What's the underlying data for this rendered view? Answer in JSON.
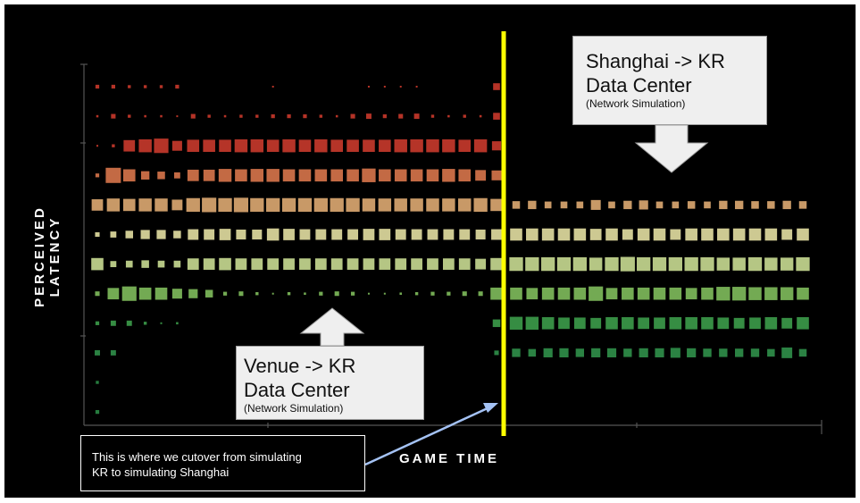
{
  "chart_data": {
    "type": "heatmap",
    "title": "",
    "xlabel": "GAME TIME",
    "ylabel": "PERCEIVED LATENCY",
    "latency_bucket_count": 12,
    "row_colors": [
      "#c9382b",
      "#c9382b",
      "#c93a2c",
      "#d8764b",
      "#deaa72",
      "#e3dfa2",
      "#c9dc92",
      "#7fbd5c",
      "#3c9c4a",
      "#30904a",
      "#2a8a45",
      "#2a8a45"
    ],
    "segments": [
      {
        "name": "Venue -> KR Data Center",
        "columns": 26,
        "rows": [
          [
            0.25,
            0.25,
            0.2,
            0.2,
            0.2,
            0.25,
            0,
            0,
            0,
            0,
            0,
            0.1,
            0,
            0,
            0,
            0,
            0,
            0.1,
            0.1,
            0.1,
            0.1,
            0,
            0,
            0,
            0,
            0.45
          ],
          [
            0.15,
            0.3,
            0.2,
            0.15,
            0.15,
            0.1,
            0.3,
            0.2,
            0.15,
            0.2,
            0.2,
            0.25,
            0.25,
            0.25,
            0.2,
            0.15,
            0.3,
            0.35,
            0.25,
            0.3,
            0.35,
            0.2,
            0.15,
            0.2,
            0.15,
            0.45
          ],
          [
            0.12,
            0.2,
            0.75,
            0.85,
            0.95,
            0.65,
            0.8,
            0.8,
            0.8,
            0.85,
            0.85,
            0.8,
            0.85,
            0.8,
            0.85,
            0.8,
            0.8,
            0.8,
            0.8,
            0.85,
            0.85,
            0.85,
            0.85,
            0.8,
            0.85,
            0.6
          ],
          [
            0.25,
            1.0,
            0.8,
            0.55,
            0.5,
            0.4,
            0.75,
            0.75,
            0.85,
            0.8,
            0.85,
            0.85,
            0.8,
            0.8,
            0.8,
            0.8,
            0.8,
            0.9,
            0.8,
            0.8,
            0.8,
            0.8,
            0.85,
            0.8,
            0.7,
            0.65
          ],
          [
            0.75,
            0.85,
            0.8,
            0.85,
            0.85,
            0.7,
            0.9,
            0.95,
            0.9,
            0.95,
            0.9,
            0.9,
            0.9,
            0.9,
            0.9,
            0.9,
            0.9,
            0.85,
            0.85,
            0.85,
            0.85,
            0.85,
            0.85,
            0.85,
            0.9,
            0.8
          ],
          [
            0.3,
            0.4,
            0.5,
            0.6,
            0.6,
            0.5,
            0.7,
            0.7,
            0.75,
            0.65,
            0.65,
            0.8,
            0.75,
            0.7,
            0.7,
            0.7,
            0.7,
            0.75,
            0.75,
            0.7,
            0.7,
            0.7,
            0.7,
            0.7,
            0.65,
            0.7
          ],
          [
            0.8,
            0.4,
            0.45,
            0.5,
            0.45,
            0.45,
            0.75,
            0.75,
            0.8,
            0.75,
            0.75,
            0.75,
            0.75,
            0.75,
            0.75,
            0.75,
            0.75,
            0.75,
            0.75,
            0.75,
            0.75,
            0.75,
            0.75,
            0.75,
            0.7,
            0.8
          ],
          [
            0.3,
            0.75,
            0.95,
            0.8,
            0.8,
            0.65,
            0.6,
            0.5,
            0.25,
            0.3,
            0.2,
            0.1,
            0.2,
            0.15,
            0.25,
            0.3,
            0.25,
            0.1,
            0.1,
            0.15,
            0.2,
            0.25,
            0.25,
            0.3,
            0.3,
            0.8
          ],
          [
            0.25,
            0.35,
            0.35,
            0.2,
            0.1,
            0.15,
            0,
            0,
            0,
            0,
            0,
            0,
            0,
            0,
            0,
            0,
            0,
            0,
            0,
            0,
            0,
            0,
            0,
            0,
            0,
            0.5
          ],
          [
            0.35,
            0.35,
            0,
            0,
            0,
            0,
            0,
            0,
            0,
            0,
            0,
            0,
            0,
            0,
            0,
            0,
            0,
            0,
            0,
            0,
            0,
            0,
            0,
            0,
            0,
            0.3
          ],
          [
            0.2,
            0,
            0,
            0,
            0,
            0,
            0,
            0,
            0,
            0,
            0,
            0,
            0,
            0,
            0,
            0,
            0,
            0,
            0,
            0,
            0,
            0,
            0,
            0,
            0,
            0
          ],
          [
            0.25,
            0,
            0,
            0,
            0,
            0,
            0,
            0,
            0,
            0,
            0,
            0,
            0,
            0,
            0,
            0,
            0,
            0,
            0,
            0,
            0,
            0,
            0,
            0,
            0,
            0
          ]
        ]
      },
      {
        "name": "Shanghai -> KR Data Center",
        "columns": 19,
        "rows": [
          [
            0,
            0,
            0,
            0,
            0,
            0,
            0,
            0,
            0,
            0,
            0,
            0,
            0,
            0,
            0,
            0,
            0,
            0,
            0
          ],
          [
            0,
            0,
            0,
            0,
            0,
            0,
            0,
            0,
            0,
            0,
            0,
            0,
            0,
            0,
            0,
            0,
            0,
            0,
            0
          ],
          [
            0,
            0,
            0,
            0,
            0,
            0,
            0,
            0,
            0,
            0,
            0,
            0,
            0,
            0,
            0,
            0,
            0,
            0,
            0
          ],
          [
            0,
            0,
            0,
            0,
            0,
            0,
            0,
            0,
            0,
            0,
            0,
            0,
            0,
            0,
            0,
            0,
            0,
            0,
            0
          ],
          [
            0.5,
            0.55,
            0.45,
            0.45,
            0.45,
            0.65,
            0.45,
            0.55,
            0.6,
            0.45,
            0.45,
            0.5,
            0.45,
            0.55,
            0.55,
            0.5,
            0.5,
            0.55,
            0.5
          ],
          [
            0.8,
            0.8,
            0.8,
            0.8,
            0.8,
            0.75,
            0.8,
            0.7,
            0.8,
            0.8,
            0.7,
            0.8,
            0.8,
            0.8,
            0.8,
            0.8,
            0.8,
            0.7,
            0.8
          ],
          [
            0.9,
            0.9,
            0.9,
            0.9,
            0.9,
            0.85,
            0.9,
            0.95,
            0.9,
            0.9,
            0.9,
            0.9,
            0.9,
            0.85,
            0.85,
            0.9,
            0.85,
            0.85,
            0.9
          ],
          [
            0.8,
            0.75,
            0.8,
            0.8,
            0.8,
            0.95,
            0.75,
            0.8,
            0.8,
            0.8,
            0.8,
            0.75,
            0.8,
            0.9,
            0.9,
            0.85,
            0.85,
            0.85,
            0.8
          ],
          [
            0.85,
            0.85,
            0.8,
            0.75,
            0.75,
            0.7,
            0.8,
            0.8,
            0.75,
            0.75,
            0.8,
            0.8,
            0.8,
            0.75,
            0.7,
            0.75,
            0.8,
            0.7,
            0.8
          ],
          [
            0.55,
            0.5,
            0.6,
            0.6,
            0.55,
            0.6,
            0.6,
            0.55,
            0.6,
            0.6,
            0.65,
            0.6,
            0.55,
            0.55,
            0.55,
            0.55,
            0.5,
            0.7,
            0.5
          ],
          [
            0,
            0,
            0,
            0,
            0,
            0,
            0,
            0,
            0,
            0,
            0,
            0,
            0,
            0,
            0,
            0,
            0,
            0,
            0
          ],
          [
            0,
            0,
            0,
            0,
            0,
            0,
            0,
            0,
            0,
            0,
            0,
            0,
            0,
            0,
            0,
            0,
            0,
            0,
            0
          ]
        ]
      }
    ],
    "cutover_line_color": "#ffff00",
    "annotations": {
      "shanghai": {
        "line1": "Shanghai -> KR",
        "line2": "Data Center",
        "sub": "(Network Simulation)"
      },
      "venue": {
        "line1": "Venue -> KR",
        "line2": "Data Center",
        "sub": "(Network Simulation)"
      },
      "cutover_note": {
        "line1": "This is where we cutover from simulating",
        "line2": "KR to simulating Shanghai"
      }
    }
  }
}
